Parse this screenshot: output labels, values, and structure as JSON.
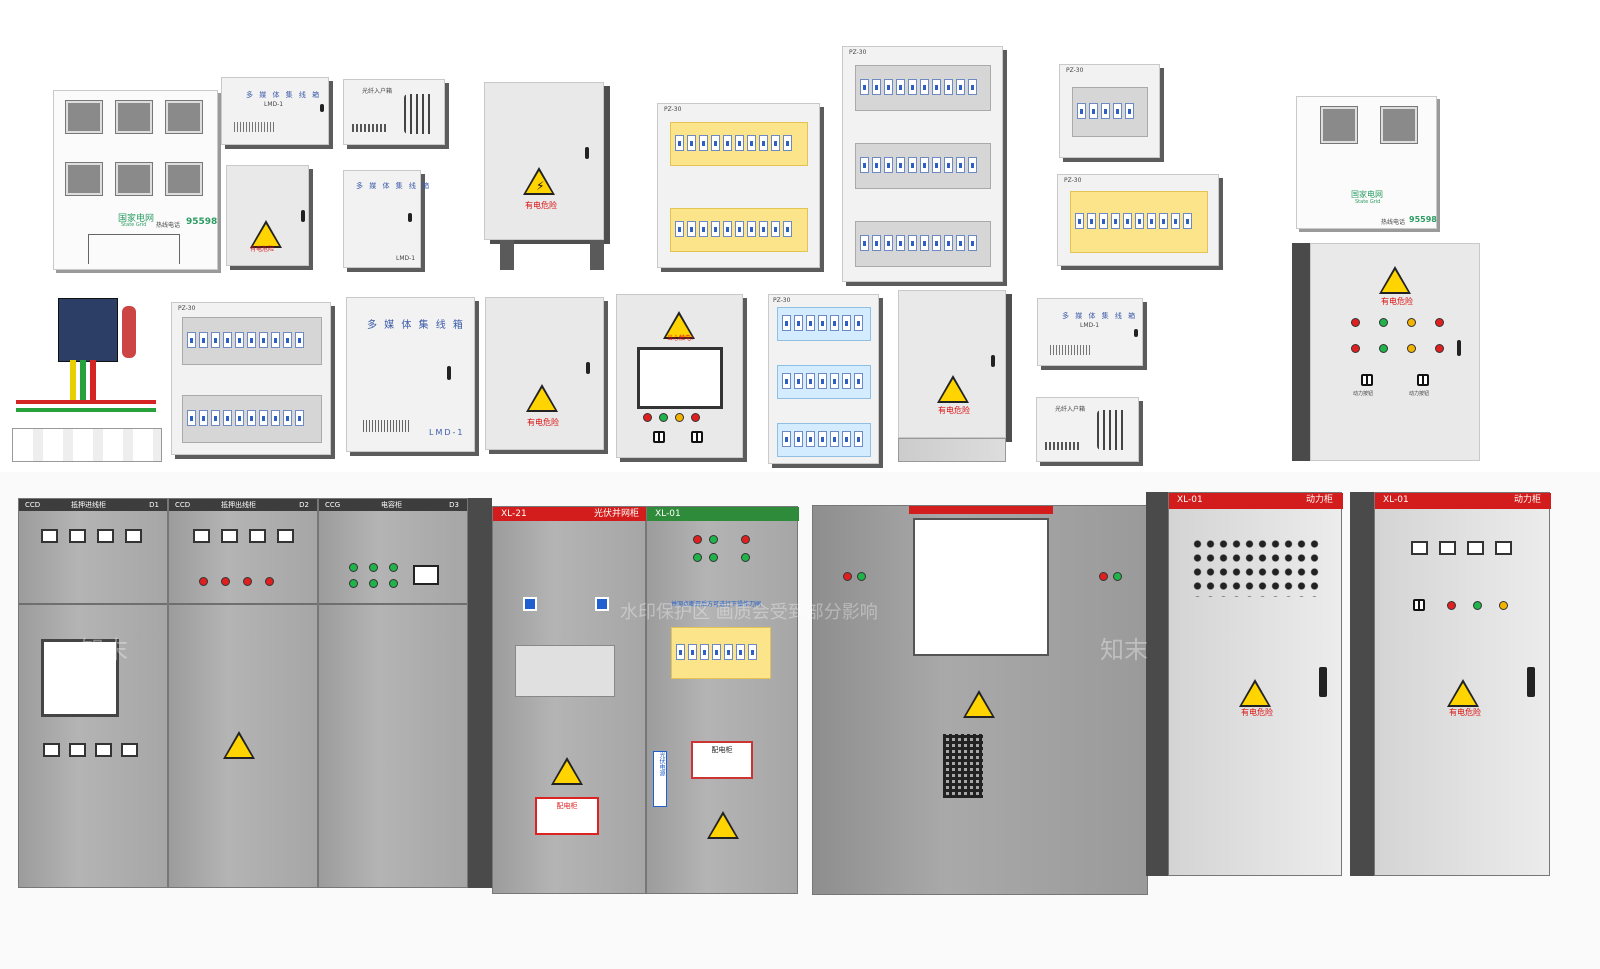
{
  "brand_colors": {
    "accent_red": "#d31c1c",
    "warning_yellow": "#ffd400",
    "state_grid_green": "#2c9c63",
    "label_blue": "#3a5aa8"
  },
  "meter_boxes": [
    {
      "brand": "国家电网",
      "brand_en": "State Grid",
      "hotline_label": "热线电话",
      "hotline": "95598"
    },
    {
      "brand": "国家电网",
      "brand_en": "State Grid",
      "hotline_label": "热线电话",
      "hotline": "95598"
    }
  ],
  "multimedia_boxes": [
    {
      "title": "多 媒 体 集 线 箱",
      "model": "LMD-1"
    },
    {
      "title": "多 媒 体 集 线 箱",
      "model": "LMD-1"
    },
    {
      "title": "多 媒 体 集 线 箱",
      "model": "LMD-1"
    },
    {
      "title": "多 媒 体 集 线 箱",
      "model": "LMD-1"
    }
  ],
  "fiber_boxes": [
    {
      "title": "光纤入户箱"
    },
    {
      "title": "光纤入户箱"
    }
  ],
  "distribution_boxes": [
    {
      "model": "PZ-30"
    },
    {
      "model": "PZ-30"
    },
    {
      "model": "PZ-30"
    },
    {
      "model": "PZ-30"
    },
    {
      "model": "PZ-30"
    },
    {
      "model": "PZ-30"
    }
  ],
  "warnings": {
    "danger": "有电危险",
    "careful": "当心触电!",
    "power_button": "动力按钮"
  },
  "cabinets": {
    "ccd_1": {
      "code": "CCD",
      "name": "抵押进线柜",
      "id": "D1"
    },
    "ccd_2": {
      "code": "CCD",
      "name": "抵押出线柜",
      "id": "D2"
    },
    "ccg": {
      "code": "CCG",
      "name": "电容柜",
      "id": "D3"
    },
    "xl21": {
      "code": "XL-21",
      "name": "光伏并网柜"
    },
    "xl01_green": {
      "code": "XL-01"
    },
    "xl01_power_1": {
      "code": "XL-01",
      "name": "动力柜"
    },
    "xl01_power_2": {
      "code": "XL-01",
      "name": "动力柜"
    },
    "pv_sign": {
      "label": "光伏电源"
    },
    "dist_sign": {
      "label": "配电柜"
    },
    "notice": {
      "text": "并网点断开后方可进行下操作刀闸"
    }
  },
  "watermark": {
    "text": "水印保护区 画质会受到部分影响",
    "brand": "知末"
  }
}
